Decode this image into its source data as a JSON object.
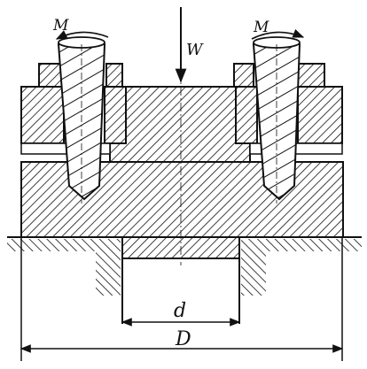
{
  "labels": {
    "moment_left": "M",
    "moment_right": "M",
    "load": "W",
    "inner_diameter": "d",
    "outer_diameter": "D"
  }
}
